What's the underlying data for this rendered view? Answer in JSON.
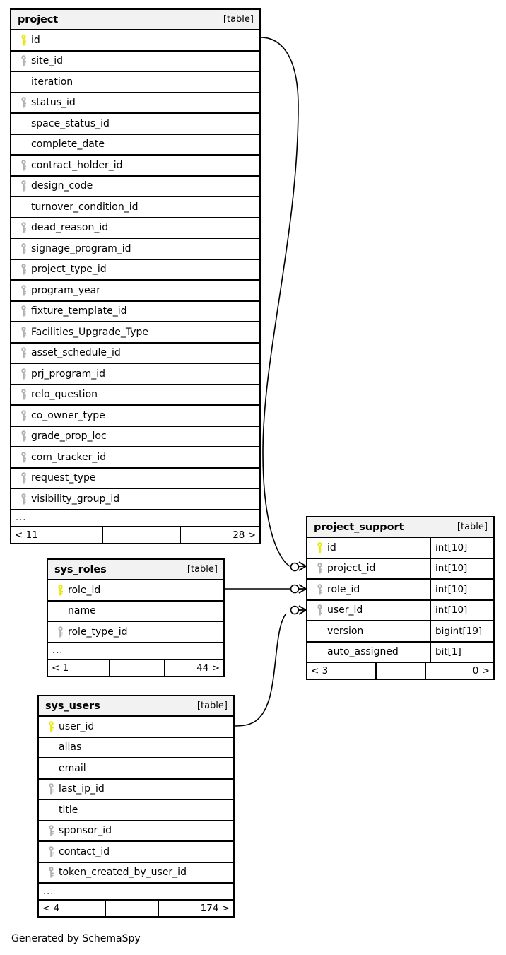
{
  "diagram": {
    "kind_label": "[table]",
    "ellipsis": "...",
    "credit": "Generated by SchemaSpy",
    "colors": {
      "primary_key": "#e8e800",
      "foreign_key": "#b0b0b0",
      "header_bg": "#f2f2f2",
      "border": "#000000",
      "background": "#ffffff"
    }
  },
  "tables": {
    "project": {
      "name": "project",
      "kind": "[table]",
      "columns": [
        {
          "name": "id",
          "key": "primary"
        },
        {
          "name": "site_id",
          "key": "foreign"
        },
        {
          "name": "iteration",
          "key": "none"
        },
        {
          "name": "status_id",
          "key": "foreign"
        },
        {
          "name": "space_status_id",
          "key": "none"
        },
        {
          "name": "complete_date",
          "key": "none"
        },
        {
          "name": "contract_holder_id",
          "key": "foreign"
        },
        {
          "name": "design_code",
          "key": "foreign"
        },
        {
          "name": "turnover_condition_id",
          "key": "none"
        },
        {
          "name": "dead_reason_id",
          "key": "foreign"
        },
        {
          "name": "signage_program_id",
          "key": "foreign"
        },
        {
          "name": "project_type_id",
          "key": "foreign"
        },
        {
          "name": "program_year",
          "key": "foreign"
        },
        {
          "name": "fixture_template_id",
          "key": "foreign"
        },
        {
          "name": "Facilities_Upgrade_Type",
          "key": "foreign"
        },
        {
          "name": "asset_schedule_id",
          "key": "foreign"
        },
        {
          "name": "prj_program_id",
          "key": "foreign"
        },
        {
          "name": "relo_question",
          "key": "foreign"
        },
        {
          "name": "co_owner_type",
          "key": "foreign"
        },
        {
          "name": "grade_prop_loc",
          "key": "foreign"
        },
        {
          "name": "com_tracker_id",
          "key": "foreign"
        },
        {
          "name": "request_type",
          "key": "foreign"
        },
        {
          "name": "visibility_group_id",
          "key": "foreign"
        }
      ],
      "footer": {
        "left": "< 11",
        "middle": "",
        "right": "28 >"
      }
    },
    "project_support": {
      "name": "project_support",
      "kind": "[table]",
      "columns": [
        {
          "name": "id",
          "key": "primary",
          "type": "int[10]"
        },
        {
          "name": "project_id",
          "key": "foreign",
          "type": "int[10]"
        },
        {
          "name": "role_id",
          "key": "foreign",
          "type": "int[10]"
        },
        {
          "name": "user_id",
          "key": "foreign",
          "type": "int[10]"
        },
        {
          "name": "version",
          "key": "none",
          "type": "bigint[19]"
        },
        {
          "name": "auto_assigned",
          "key": "none",
          "type": "bit[1]"
        }
      ],
      "footer": {
        "left": "< 3",
        "middle": "",
        "right": "0 >"
      }
    },
    "sys_roles": {
      "name": "sys_roles",
      "kind": "[table]",
      "columns": [
        {
          "name": "role_id",
          "key": "primary"
        },
        {
          "name": "name",
          "key": "none"
        },
        {
          "name": "role_type_id",
          "key": "foreign"
        }
      ],
      "footer": {
        "left": "< 1",
        "middle": "",
        "right": "44 >"
      }
    },
    "sys_users": {
      "name": "sys_users",
      "kind": "[table]",
      "columns": [
        {
          "name": "user_id",
          "key": "primary"
        },
        {
          "name": "alias",
          "key": "none"
        },
        {
          "name": "email",
          "key": "none"
        },
        {
          "name": "last_ip_id",
          "key": "foreign"
        },
        {
          "name": "title",
          "key": "none"
        },
        {
          "name": "sponsor_id",
          "key": "foreign"
        },
        {
          "name": "contact_id",
          "key": "foreign"
        },
        {
          "name": "token_created_by_user_id",
          "key": "foreign"
        }
      ],
      "footer": {
        "left": "< 4",
        "middle": "",
        "right": "174 >"
      }
    }
  },
  "relationships": [
    {
      "from_table": "project",
      "from_column": "id",
      "to_table": "project_support",
      "to_column": "project_id"
    },
    {
      "from_table": "sys_roles",
      "from_column": "role_id",
      "to_table": "project_support",
      "to_column": "role_id"
    },
    {
      "from_table": "sys_users",
      "from_column": "user_id",
      "to_table": "project_support",
      "to_column": "user_id"
    }
  ]
}
